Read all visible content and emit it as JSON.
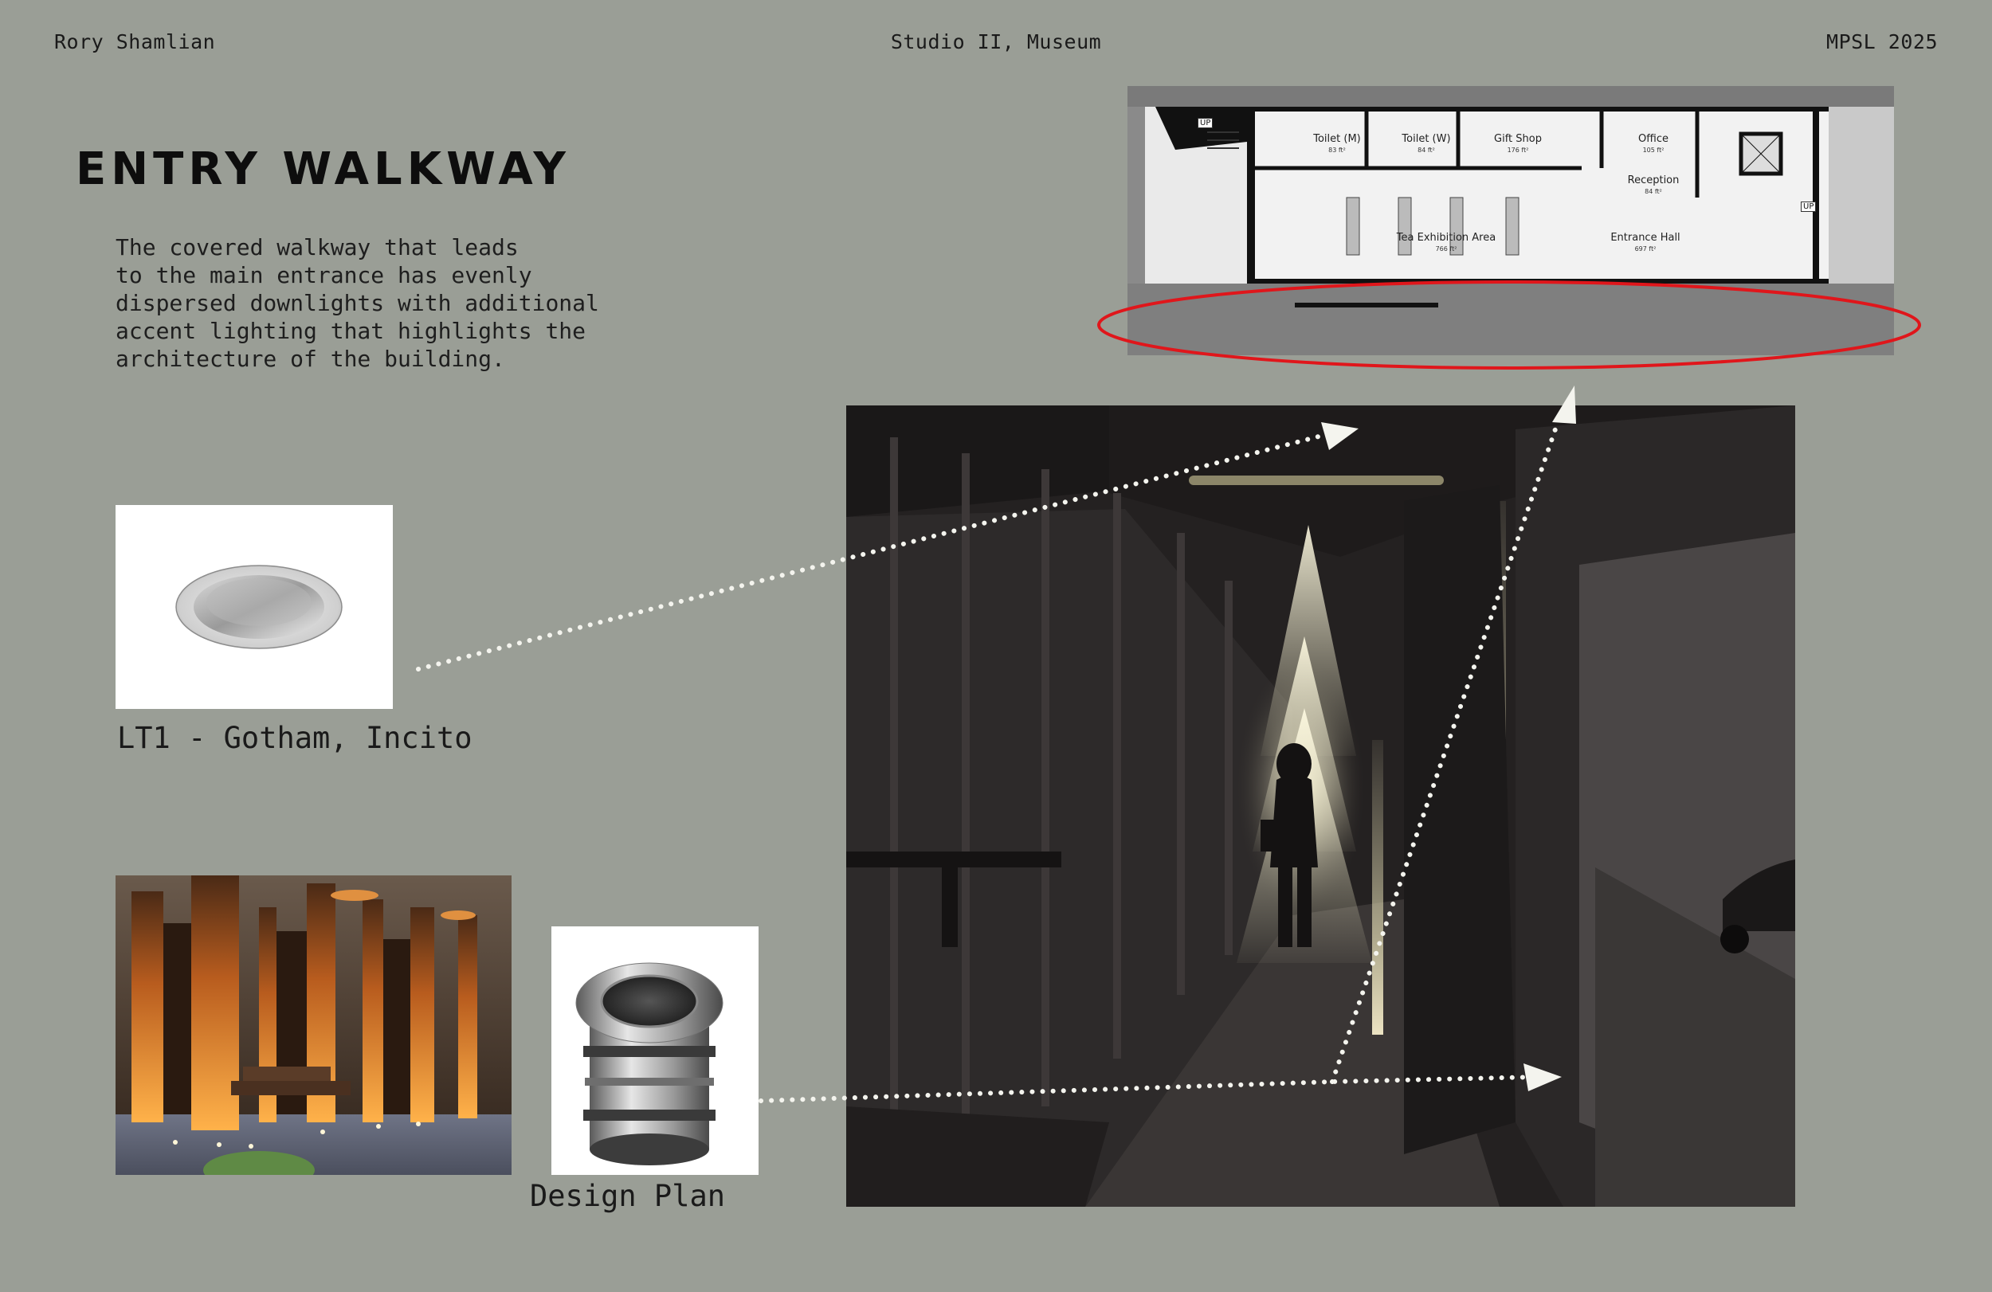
{
  "header": {
    "author": "Rory Shamlian",
    "course": "Studio II, Museum",
    "program": "MPSL 2025"
  },
  "title": "ENTRY WALKWAY",
  "description": "The covered walkway that leads\nto the main entrance has evenly\ndispersed downlights with additional\naccent lighting that highlights the\narchitecture of the building.",
  "fixtures": {
    "lt1_caption": "LT1 - Gotham, Incito",
    "design_plan_caption": "Design Plan"
  },
  "floor_plan": {
    "rooms": [
      {
        "name": "Toilet (M)",
        "area": "83 ft²"
      },
      {
        "name": "Toilet (W)",
        "area": "84 ft²"
      },
      {
        "name": "Gift Shop",
        "area": "176 ft²"
      },
      {
        "name": "Office",
        "area": "105 ft²"
      },
      {
        "name": "Reception",
        "area": "84 ft²"
      },
      {
        "name": "Tea Exhibition Area",
        "area": "766 ft²"
      },
      {
        "name": "Entrance Hall",
        "area": "697 ft²"
      }
    ],
    "up_label": "UP",
    "highlight_color": "#e0161b"
  },
  "colors": {
    "background": "#9a9e96",
    "arrow": "#f4f4ee"
  }
}
